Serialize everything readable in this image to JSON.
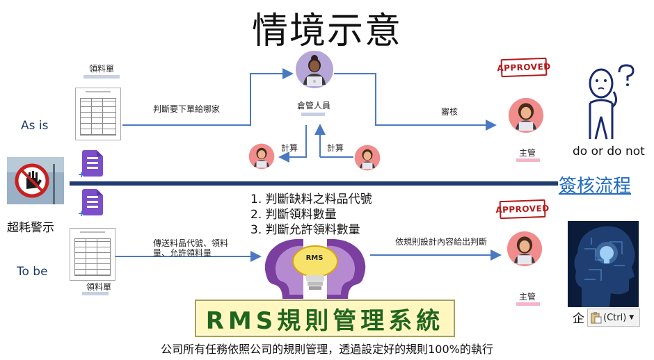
{
  "title": "情境示意",
  "as_is": {
    "label": "As is",
    "form_label": "領料單",
    "decide_label": "判斷要下單給哪家",
    "warehouse_label": "倉管人員",
    "calc_left": "計算",
    "calc_right": "計算",
    "review_label": "審核",
    "manager_label": "主管",
    "thought_caption": "do or do not",
    "stamp_text": "APPROVED"
  },
  "process_link": "簽核流程",
  "warning_label": "超耗警示",
  "to_be": {
    "label": "To be",
    "form_label": "領料單",
    "send_label_line1": "傳送料品代號、領料",
    "send_label_line2": "量、允許領料量",
    "rms_badge": "RMS",
    "rule_label": "依規則設計內容給出判斷",
    "manager_label": "主管",
    "stamp_text": "APPROVED",
    "list": [
      "1.  判斷缺料之料品代號",
      "2.  判斷領料數量",
      "3.  判斷允許領料數量"
    ],
    "enterprise_char": "企"
  },
  "rms_title": "RMS規則管理系統",
  "footer": "公司所有任務依照公司的規則管理，透過設定好的規則100%的執行",
  "paste_button": "(Ctrl)",
  "colors": {
    "arrow": "#4a78c2",
    "divider": "#1f3b70",
    "form_purple": "#7b4fc9",
    "stamp_red": "#b51a1a",
    "rms_green": "#20651f"
  },
  "icons": [
    "form-document-icon",
    "google-forms-icon",
    "person-avatar-icon",
    "approved-stamp-icon",
    "stick-figure-thinking-icon",
    "rms-brain-bulb-icon",
    "no-hand-sign-icon",
    "ai-head-icon",
    "clipboard-paste-icon",
    "dropdown-arrow-icon"
  ]
}
